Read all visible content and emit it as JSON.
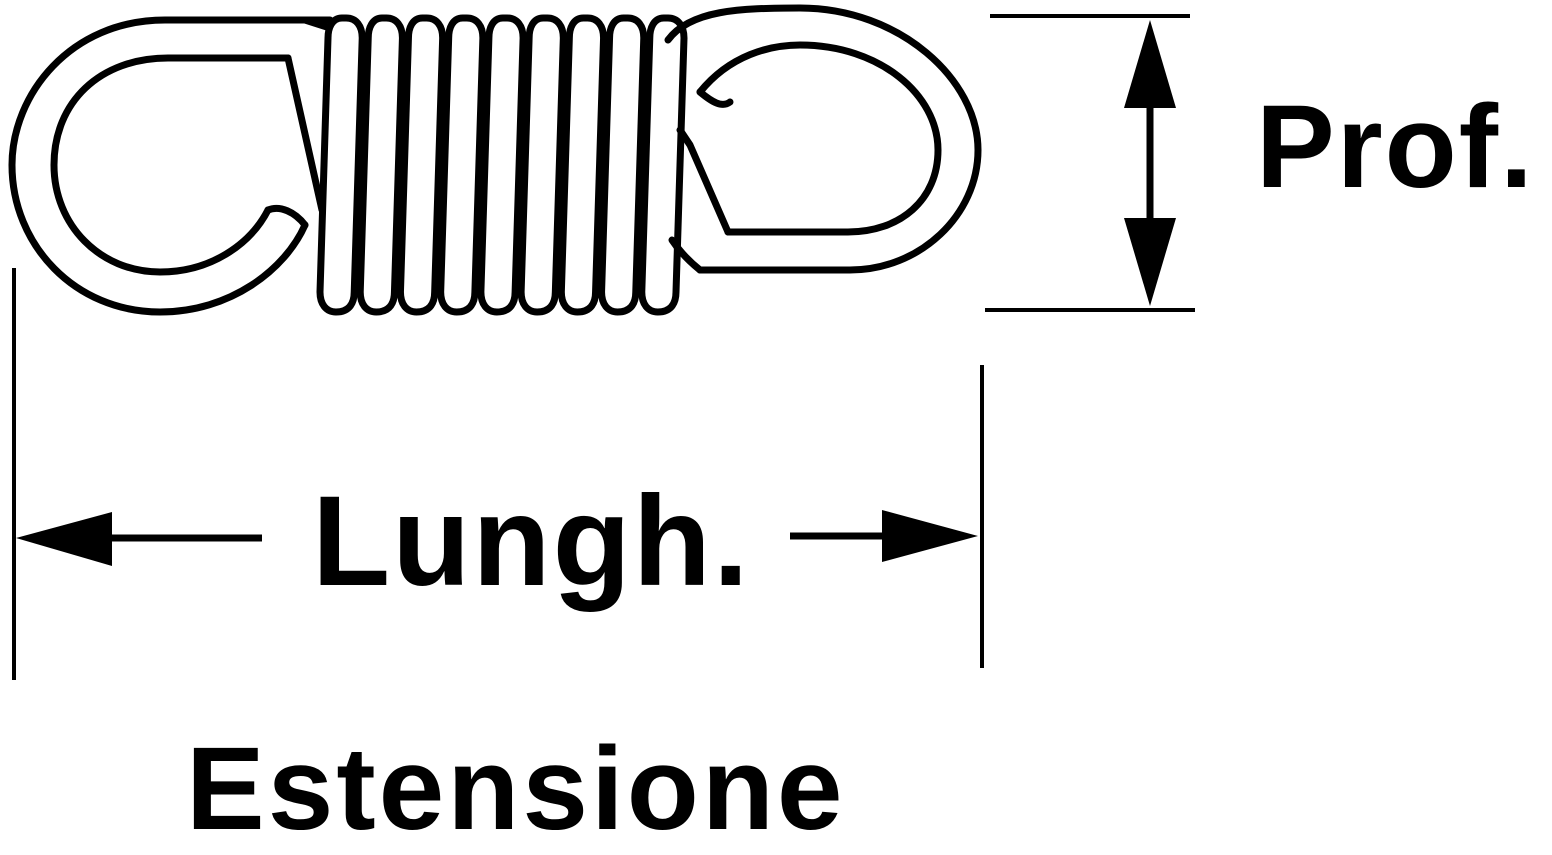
{
  "diagram": {
    "subject": "extension-spring",
    "labels": {
      "depth": "Prof.",
      "length": "Lungh.",
      "type": "Estensione"
    },
    "coil_count": 9,
    "colors": {
      "ink": "#000000",
      "background": "#ffffff"
    }
  }
}
